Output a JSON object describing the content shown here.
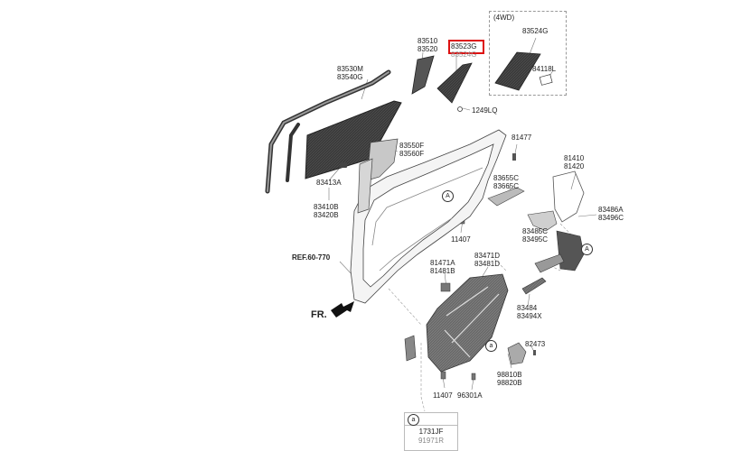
{
  "box_4wd": {
    "title": "(4WD)"
  },
  "labels": {
    "p83510": [
      "83510",
      "83520"
    ],
    "p83523": [
      "83523G",
      "83524G"
    ],
    "p83524g_4wd": [
      "83524G"
    ],
    "p84118l": [
      "84118L"
    ],
    "p83530": [
      "83530M",
      "83540G"
    ],
    "p1249lq": [
      "1249LQ"
    ],
    "p83550": [
      "83550F",
      "83560F"
    ],
    "p81477": [
      "81477"
    ],
    "p81410": [
      "81410",
      "81420"
    ],
    "p83413a": [
      "83413A"
    ],
    "p83410": [
      "83410B",
      "83420B"
    ],
    "p83655": [
      "83655C",
      "83665C"
    ],
    "p83486": [
      "83486A",
      "83496C"
    ],
    "p83485": [
      "83485C",
      "83495C"
    ],
    "p11407_top": [
      "11407"
    ],
    "p83471": [
      "83471D",
      "83481D"
    ],
    "p81471": [
      "81471A",
      "81481B"
    ],
    "p83484": [
      "83484",
      "83494X"
    ],
    "p82473": [
      "82473"
    ],
    "p98810": [
      "98810B",
      "98820B"
    ],
    "p11407_bot": [
      "11407"
    ],
    "p96301": [
      "96301A"
    ]
  },
  "ref_label": "REF.60-770",
  "front_label": "FR.",
  "callouts": {
    "a_upper": "A",
    "a_right": "A",
    "a_lower": "a"
  },
  "legend": {
    "callout": "a",
    "line1": "1731JF",
    "line2": "91971R"
  },
  "highlight": {
    "color": "#dd1111"
  }
}
